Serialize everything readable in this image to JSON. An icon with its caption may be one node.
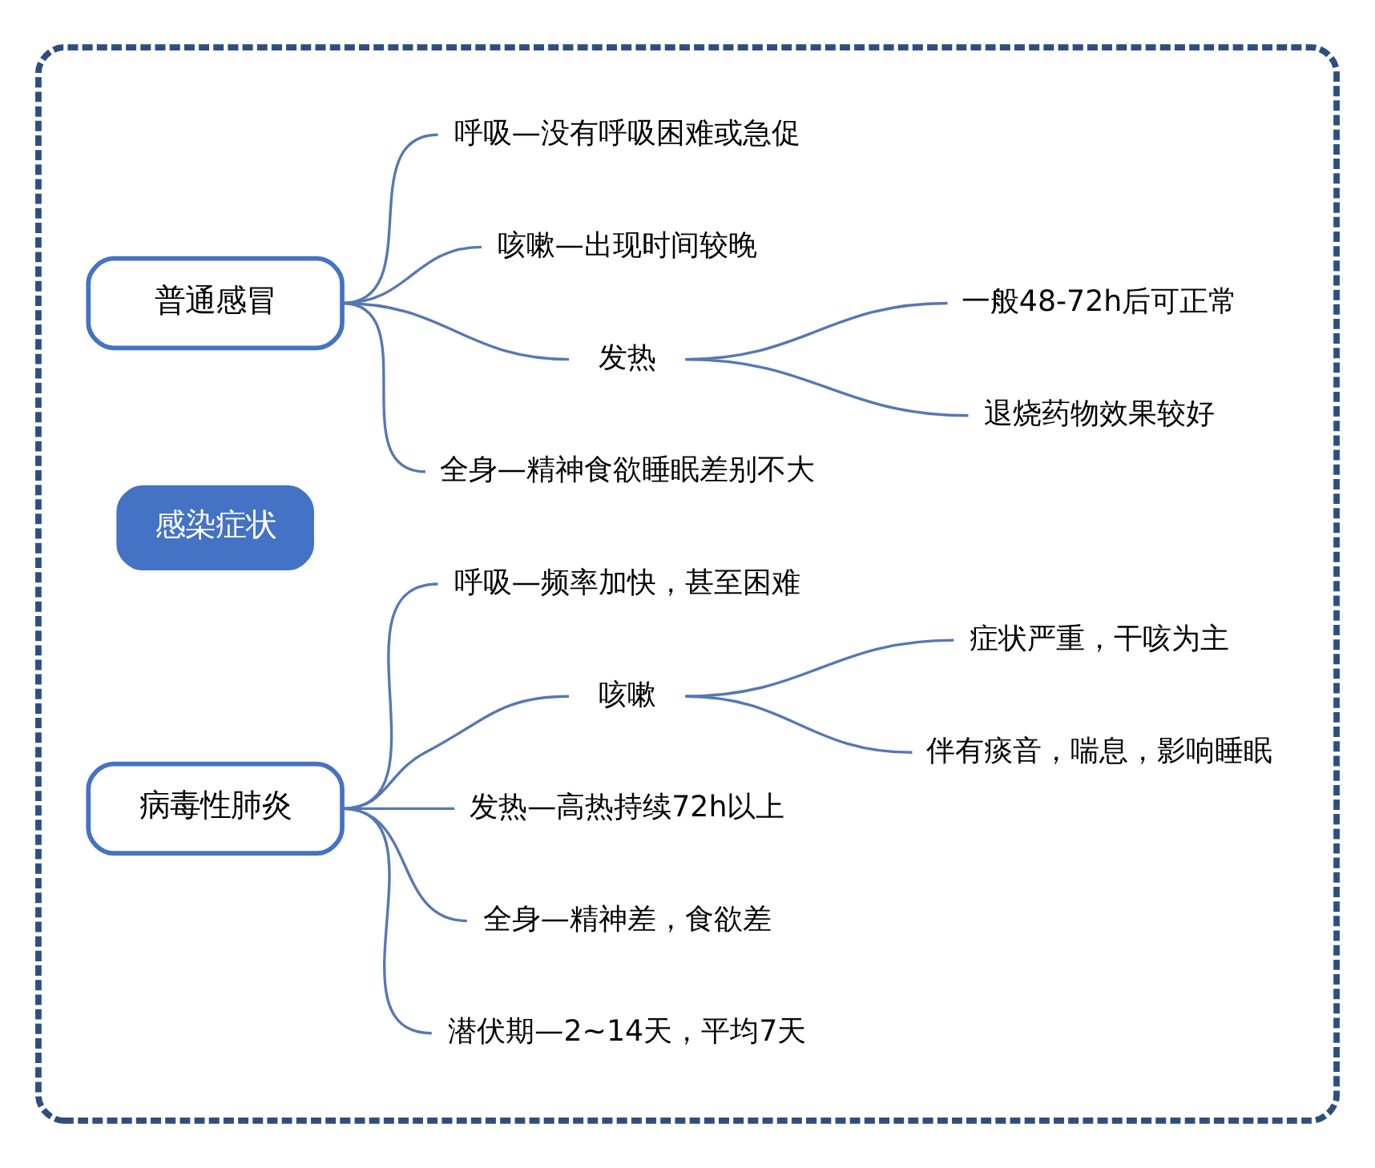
{
  "diagram": {
    "nodes": [
      {
        "text": [],
        "shape": "box"
      },
      {
        "text": [
          "感染症状"
        ],
        "in": 0
      },
      {
        "text": [
          "普通感冒"
        ],
        "in": 0
      },
      {
        "text": [
          "呼吸—没有呼吸困难或急促"
        ],
        "in": 0
      },
      {
        "text": [
          "咳嗽—出现时间较晚"
        ],
        "in": 0
      },
      {
        "text": [
          "发热"
        ],
        "in": 0
      },
      {
        "text": [
          "一般48-72h后可正常"
        ],
        "in": 0
      },
      {
        "text": [
          "退烧药物效果较好"
        ],
        "in": 0
      },
      {
        "text": [
          "全身—精神食欲睡眠差别不大"
        ],
        "in": 0
      },
      {
        "text": [
          "病毒性肺炎"
        ],
        "in": 0
      },
      {
        "text": [
          "呼吸—频率加快，甚至困难"
        ],
        "in": 0
      },
      {
        "text": [
          "咳嗽"
        ],
        "in": 0
      },
      {
        "text": [
          "症状严重，干咳为主"
        ],
        "in": 0
      },
      {
        "text": [
          "伴有痰音，喘息，影响睡眠"
        ],
        "in": 0
      },
      {
        "text": [
          "发热—高热持续72h以上"
        ],
        "in": 0
      },
      {
        "text": [
          "全身—精神差，食欲差"
        ],
        "in": 0
      },
      {
        "text": [
          "潜伏期—2~14天，平均7天"
        ],
        "in": 0
      }
    ],
    "edges": [
      {
        "from": 2,
        "to": 3,
        "arrow": "none"
      },
      {
        "from": 2,
        "to": 4,
        "arrow": "none"
      },
      {
        "from": 2,
        "to": 5,
        "arrow": "none"
      },
      {
        "from": 2,
        "to": 8,
        "arrow": "none"
      },
      {
        "from": 5,
        "to": 6,
        "arrow": "none"
      },
      {
        "from": 5,
        "to": 7,
        "arrow": "none"
      },
      {
        "from": 9,
        "to": 10,
        "arrow": "none"
      },
      {
        "from": 9,
        "to": 11,
        "arrow": "none"
      },
      {
        "from": 9,
        "to": 14,
        "arrow": "none"
      },
      {
        "from": 9,
        "to": 15,
        "arrow": "none"
      },
      {
        "from": 9,
        "to": 16,
        "arrow": "none"
      },
      {
        "from": 11,
        "to": 12,
        "arrow": "none"
      },
      {
        "from": 11,
        "to": 13,
        "arrow": "none"
      }
    ]
  }
}
